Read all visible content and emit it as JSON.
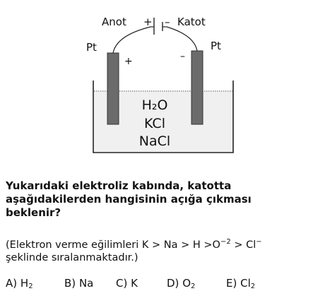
{
  "diagram": {
    "anode_label": "Anot",
    "cathode_label": "Katot",
    "battery_plus": "+",
    "battery_minus": "–",
    "left_electrode_label": "Pt",
    "right_electrode_label": "Pt",
    "left_electrode_sign": "+",
    "right_electrode_sign": "–",
    "solution": [
      "H₂O",
      "KCl",
      "NaCl"
    ]
  },
  "question": {
    "line1": "Yukarıdaki elektroliz kabında, katotta",
    "line2": "aşağıdakilerden hangisinin açığa çıkması",
    "line3": "beklenir?"
  },
  "note": {
    "line1_text": "(Elektron verme eğilimleri K > Na > H >O",
    "line1_sup1": "−2",
    "line1_mid": " > Cl",
    "line1_sup2": "−",
    "line2": "şeklinde sıralanmaktadır.)"
  },
  "options": [
    {
      "letter": "A)",
      "text": "H",
      "sub": "2"
    },
    {
      "letter": "B)",
      "text": "Na",
      "sub": ""
    },
    {
      "letter": "C)",
      "text": "K",
      "sub": ""
    },
    {
      "letter": "D)",
      "text": "O",
      "sub": "2"
    },
    {
      "letter": "E)",
      "text": "Cl",
      "sub": "2"
    }
  ]
}
